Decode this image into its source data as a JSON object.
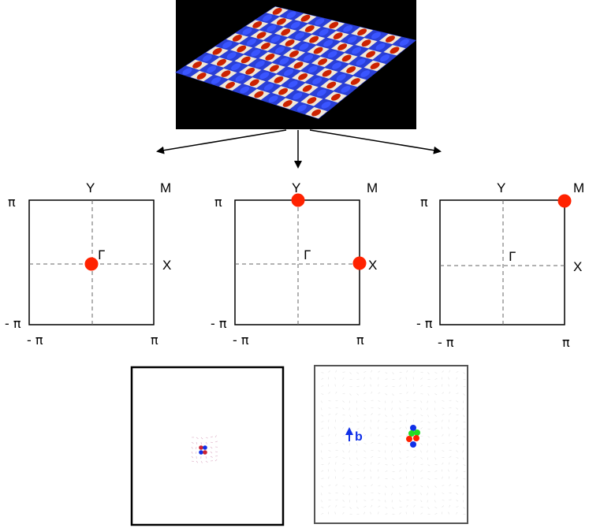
{
  "colors": {
    "spot_red": "#ff2200",
    "spot_blue": "#1030e8",
    "spot_green": "#22dd22",
    "surface_red": "#cc2200",
    "surface_blue": "#2a3fd6",
    "surface_white": "#ffffff",
    "frame_dark": "#000000",
    "frame_gray": "#555555"
  },
  "brillouin_zones": [
    {
      "labels": {
        "y": "Y",
        "m": "M",
        "x": "X",
        "gamma": "Γ",
        "pi_top": "π",
        "neg_pi_left": "- π",
        "neg_pi_bottom": "- π",
        "pi_bottom": "π"
      },
      "spots": [
        "Γ"
      ]
    },
    {
      "labels": {
        "y": "Y",
        "m": "M",
        "x": "X",
        "gamma": "Γ",
        "pi_top": "π",
        "neg_pi_left": "- π",
        "neg_pi_bottom": "- π",
        "pi_bottom": "π"
      },
      "spots": [
        "Y",
        "X"
      ]
    },
    {
      "labels": {
        "y": "Y",
        "m": "M",
        "x": "X",
        "gamma": "Γ",
        "pi_top": "π",
        "neg_pi_left": "- π",
        "neg_pi_bottom": "- π",
        "pi_bottom": "π"
      },
      "spots": [
        "M"
      ]
    }
  ],
  "bottom_panels": {
    "right_vector_label": "b"
  }
}
